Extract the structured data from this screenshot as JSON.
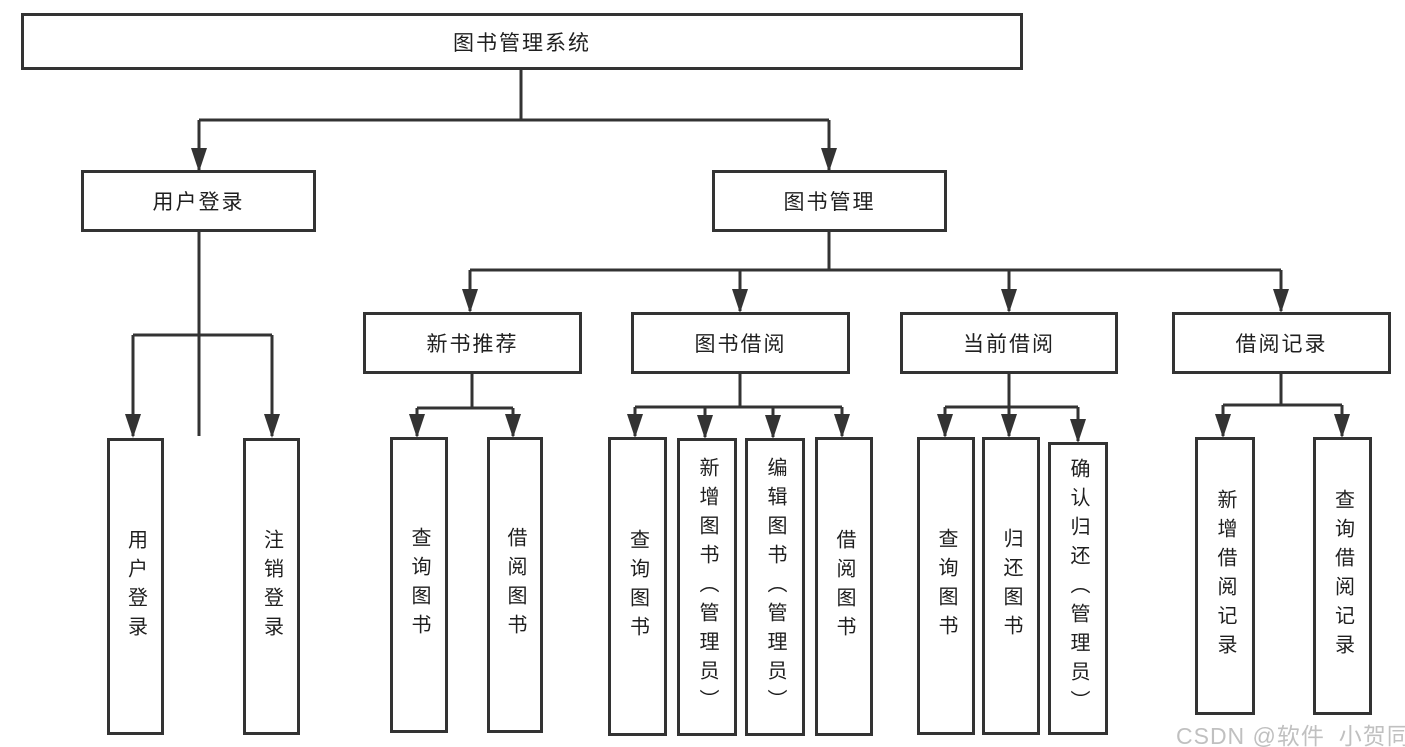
{
  "diagram_title": "图书管理系统",
  "colors": {
    "line": "#333333",
    "box_border": "#333333",
    "text": "#1f1f1f",
    "background": "#ffffff",
    "watermark": "#c0c0c0"
  },
  "tree": {
    "label": "图书管理系统",
    "children": [
      {
        "label": "用户登录",
        "children": [
          {
            "label": "用户登录"
          },
          {
            "label": "注销登录"
          }
        ]
      },
      {
        "label": "图书管理",
        "children": [
          {
            "label": "新书推荐",
            "children": [
              {
                "label": "查询图书"
              },
              {
                "label": "借阅图书"
              }
            ]
          },
          {
            "label": "图书借阅",
            "children": [
              {
                "label": "查询图书"
              },
              {
                "label": "新增图书（管理员）"
              },
              {
                "label": "编辑图书（管理员）"
              },
              {
                "label": "借阅图书"
              }
            ]
          },
          {
            "label": "当前借阅",
            "children": [
              {
                "label": "查询图书"
              },
              {
                "label": "归还图书"
              },
              {
                "label": "确认归还（管理员）"
              }
            ]
          },
          {
            "label": "借阅记录",
            "children": [
              {
                "label": "新增借阅记录"
              },
              {
                "label": "查询借阅记录"
              }
            ]
          }
        ]
      }
    ]
  },
  "watermark": {
    "text": "CSDN @软件_小贺同学"
  }
}
